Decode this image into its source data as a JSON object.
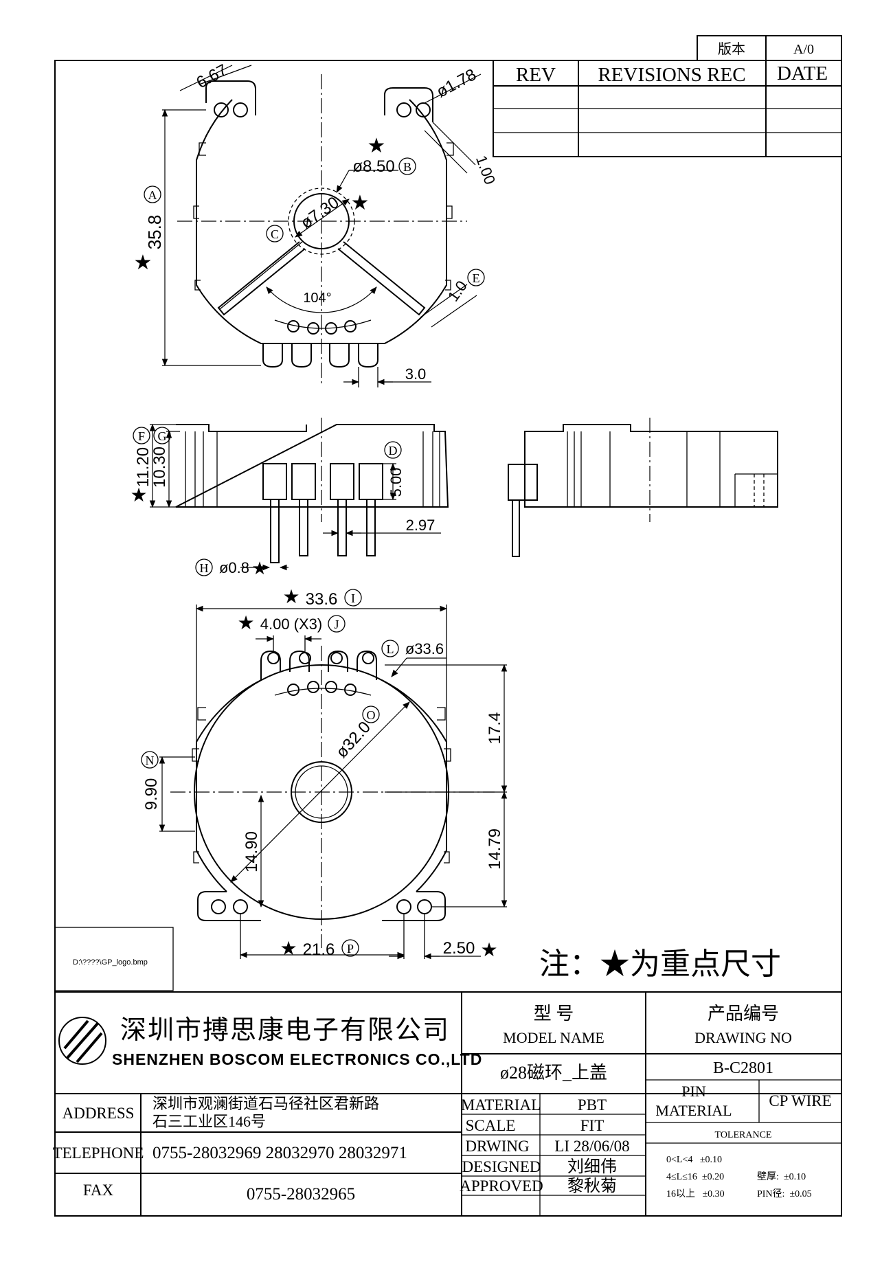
{
  "version_box": {
    "label": "版本",
    "value": "A/0"
  },
  "revisions": {
    "headers": [
      "REV",
      "REVISIONS REC",
      "DATE"
    ]
  },
  "top_view": {
    "dim_tab": "6.67",
    "dim_hole": "ø1.78",
    "dim_slot": "1.00",
    "dim_outer_bore": "ø8.50",
    "dim_inner_bore": "ø7.30",
    "dim_height": "35.8",
    "dim_angle": "104°",
    "dim_gap": "1.0",
    "dim_pin_pitch": "3.0",
    "marker_a": "A",
    "marker_b": "B",
    "marker_c": "C",
    "marker_e": "E"
  },
  "side_view": {
    "dim_total_h": "11.20",
    "dim_body_h": "10.30",
    "dim_pin_len": "5.00",
    "dim_pin_gap": "2.97",
    "dim_pin_dia": "ø0.8",
    "marker_f": "F",
    "marker_g": "G",
    "marker_d": "D",
    "marker_h": "H"
  },
  "bottom_view": {
    "dim_width": "33.6",
    "dim_pitch": "4.00 (X3)",
    "dim_outer": "ø33.6",
    "dim_inner": "ø32.0",
    "dim_upper": "17.4",
    "dim_lower": "14.79",
    "dim_side": "9.90",
    "dim_center": "14.90",
    "dim_mount": "21.6",
    "dim_mount_pin": "2.50",
    "marker_i": "I",
    "marker_j": "J",
    "marker_l": "L",
    "marker_o": "O",
    "marker_n": "N",
    "marker_p": "P"
  },
  "logo_path": "D:\\????\\GP_logo.bmp",
  "note": "注：★为重点尺寸",
  "star": "★",
  "title_block": {
    "company_cn": "深圳市搏思康电子有限公司",
    "company_en": "SHENZHEN BOSCOM ELECTRONICS CO.,LTD",
    "model_label_cn": "型 号",
    "model_label_en": "MODEL NAME",
    "model_value": "ø28磁环_上盖",
    "drawing_label_cn": "产品编号",
    "drawing_label_en": "DRAWING NO",
    "drawing_value": "B-C2801",
    "address_label": "ADDRESS",
    "address_line1": "深圳市观澜街道石马径社区君新路",
    "address_line2": "石三工业区146号",
    "telephone_label": "TELEPHONE",
    "telephone_value": "0755-28032969 28032970 28032971",
    "fax_label": "FAX",
    "fax_value": "0755-28032965",
    "material_label": "MATERIAL",
    "material_value": "PBT",
    "scale_label": "SCALE",
    "scale_value": "FIT",
    "drwing_label": "DRWING",
    "drwing_value": "LI 28/06/08",
    "designed_label": "DESIGNED",
    "designed_value": "刘细伟",
    "approved_label": "APPROVED",
    "approved_value": "黎秋菊",
    "pin_label_1": "PIN",
    "pin_label_2": "MATERIAL",
    "pin_value": "CP WIRE",
    "tolerance_label": "TOLERANCE",
    "tol_row1": "0<L<4   ±0.10",
    "tol_row2": "4≤L≤16  ±0.20",
    "tol_row3": "16以上   ±0.30",
    "tol_wall": "壁厚:  ±0.10",
    "tol_pin": "PIN径:  ±0.05"
  }
}
